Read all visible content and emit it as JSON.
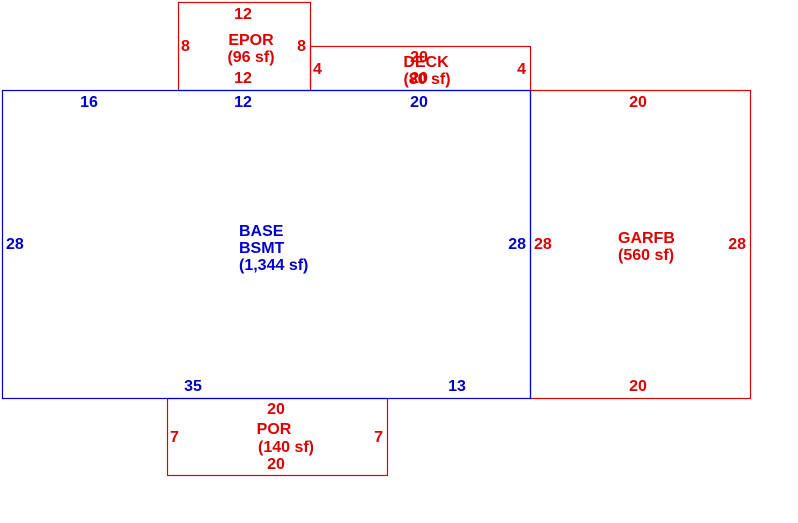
{
  "colors": {
    "base": "#0000cc",
    "attached": "#dd0000",
    "background": "#ffffff"
  },
  "areas": {
    "base": {
      "code": "BASE",
      "subcode": "BSMT",
      "area": "(1,344 sf)"
    },
    "epor": {
      "code": "EPOR",
      "area": "(96 sf)"
    },
    "deck": {
      "code": "DECK",
      "area": "(80 sf)"
    },
    "garfb": {
      "code": "GARFB",
      "area": "(560 sf)"
    },
    "por": {
      "code": "POR",
      "area": "(140 sf)"
    }
  },
  "dimensions": {
    "base": {
      "top_left": "16",
      "top_mid": "12",
      "top_right": "20",
      "left": "28",
      "right": "28",
      "bottom_left": "35",
      "bottom_right": "13"
    },
    "epor": {
      "top": "12",
      "left": "8",
      "right": "8",
      "bottom": "12"
    },
    "deck": {
      "top": "20",
      "bottom": "20",
      "left": "4",
      "right": "4"
    },
    "garfb": {
      "top": "20",
      "left": "28",
      "right": "28",
      "bottom": "20"
    },
    "por": {
      "top": "20",
      "left": "7",
      "right": "7",
      "bottom": "20"
    }
  }
}
